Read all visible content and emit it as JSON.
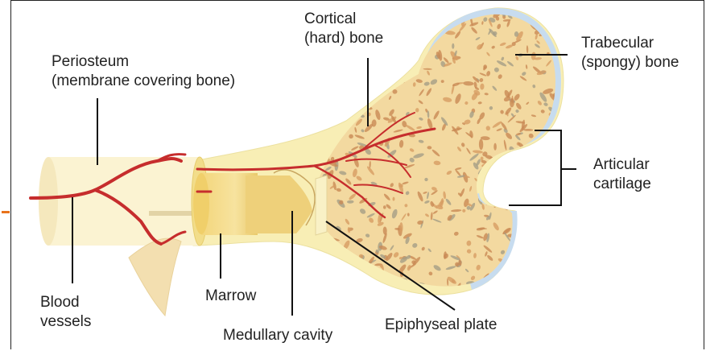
{
  "labels": {
    "cortical": [
      "Cortical",
      "(hard) bone"
    ],
    "periosteum": [
      "Periosteum",
      "(membrane covering bone)"
    ],
    "trabecular": [
      "Trabecular",
      "(spongy) bone"
    ],
    "articular": [
      "Articular",
      "cartilage"
    ],
    "blood": [
      "Blood",
      "vessels"
    ],
    "marrow": "Marrow",
    "medullary": "Medullary cavity",
    "epiphyseal": "Epiphyseal plate"
  },
  "colors": {
    "bone_shaft": "#fbf3cf",
    "cortical": "#f7ecad",
    "spongy_base": "#f5dfa8",
    "spongy_speckle": "#c98a55",
    "spongy_grey": "#a59e86",
    "cartilage": "#c9dff0",
    "vessel": "#c62d2d",
    "marrow": "#f2d57a",
    "leader": "#111111",
    "accent_mark": "#e8731c"
  }
}
